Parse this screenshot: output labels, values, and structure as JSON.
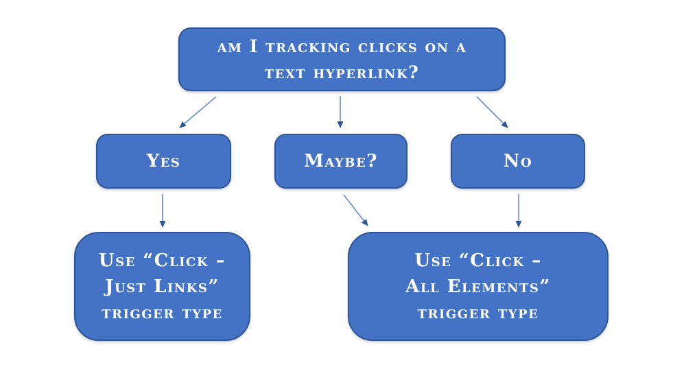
{
  "colors": {
    "background": "#ffffff",
    "node_fill": "#4472C4",
    "node_border": "#2F5597",
    "node_text": "#ffffff",
    "arrow_line": "#6B8FD4",
    "arrow_head": "#2F5597"
  },
  "nodes": {
    "question": {
      "line1": "am I tracking clicks on a",
      "line2": "text hyperlink?"
    },
    "yes": {
      "label": "Yes"
    },
    "maybe": {
      "label": "Maybe?"
    },
    "no": {
      "label": "No"
    },
    "just_links": {
      "line1": "Use “Click –",
      "line2": "Just Links”",
      "line3": "trigger type"
    },
    "all_elements": {
      "line1": "Use “Click –",
      "line2": "All Elements”",
      "line3": "trigger type"
    }
  },
  "edges": [
    {
      "from": "question",
      "to": "yes"
    },
    {
      "from": "question",
      "to": "maybe"
    },
    {
      "from": "question",
      "to": "no"
    },
    {
      "from": "yes",
      "to": "just_links"
    },
    {
      "from": "maybe",
      "to": "all_elements"
    },
    {
      "from": "no",
      "to": "all_elements"
    }
  ]
}
